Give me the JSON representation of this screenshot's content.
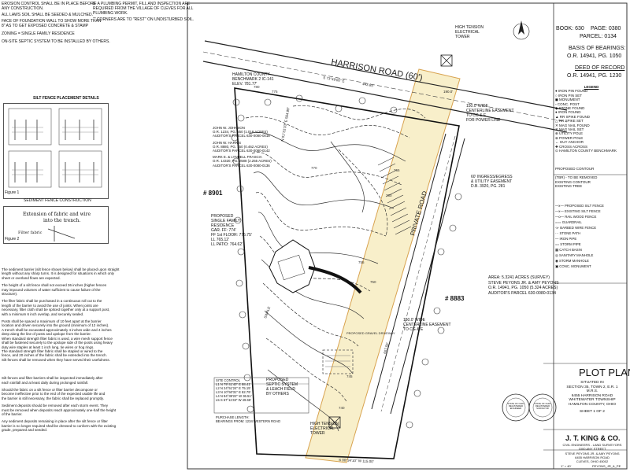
{
  "header": {
    "book": "BOOK: 630",
    "page": "PAGE: 0380",
    "parcel": "PARCEL: 0134",
    "bearings_title": "BASIS OF BEARINGS:",
    "bearings_ref": "O.R. 14941, PG. 1050",
    "deed_title": "DEED OF RECORD",
    "deed_ref": "O.R. 14941, PG. 1230"
  },
  "notes": {
    "top_lines": [
      "EROSION CONTROL SHALL BE IN PLACE BEFORE",
      "ANY CONSTRUCTION.",
      "ALL LAWS SOIL SHALL BE SEEDED & MULCHED.",
      "FACE OF FOUNDATION WALL TO SHOW MORE THAN",
      "8\" AS TO GET EXPOSED CONCRETE & STAMP",
      "ZONING = SINGLE FAMILY RESIDENCE",
      "ON-SITE SEPTIC SYSTEM TO BE INSTALLED BY OTHERS."
    ],
    "middle_notes": [
      "IF A PLUMBING PERMIT, FILL AND INSPECTION ARE",
      "REQUIRED FROM THE VILLAGE OF CLEVES FOR ALL",
      "PLUMBING WORK.",
      "\"\" CORNERS ARE TO \"REST\" ON UNDISTURBED SOIL."
    ],
    "fence_title": "SILT FENCE PLACEMENT DETAILS",
    "fence_caption": "SEDIMENT FENCE CONSTRUCTION",
    "figure_a": "Figure 1",
    "figure_b": "Figure 2",
    "handwritten_a": "Extension of fabric and wire",
    "handwritten_b": "into the trench.",
    "handwritten_c": "Filter fabric",
    "paragraphs": [
      "The sediment barrier (silt fence shown below) shall be placed upon straight",
      "length without any sharp turns. It is designed for situations in which only",
      "sheet or overland flows are expected.",
      "The height of a silt fence shall not exceed 36 inches (higher fences",
      "may impound volumes of water sufficient to cause failure of the",
      "structure).",
      "The filter fabric shall be purchased in a continuous roll cut to the",
      "length of the barrier to avoid the use of joints. When joints are",
      "necessary, filter cloth shall be spliced together only at a support post,",
      "with a minimum 6 inch overlap, and securely sealed.",
      "Posts shall be spaced a maximum of 10 feet apart at the barrier",
      "location and driven securely into the ground (minimum of 12 inches).",
      "A trench shall be excavated approximately 4 inches wide and 4 inches",
      "deep along the line of posts and upslope from the barrier.",
      "When standard strength filter fabric is used, a wire mesh support fence",
      "shall be fastened securely to the upslope side of the posts using heavy",
      "duty wire staples at least 1 inch long, tie wires or hog rings.",
      "The standard strength filter fabric shall be stapled or wired to the",
      "fence, and 20 inches of the fabric shall be extended into the trench.",
      "Silt fences shall be removed when they have served their usefulness.",
      "Silt fences and filter barriers shall be inspected immediately after",
      "each rainfall and at least daily during prolonged rainfall.",
      "Should the fabric on a silt fence or filter barrier decompose or",
      "become ineffective prior to the end of the expected usable life and",
      "the barrier is still necessary, the fabric shall be replaced promptly.",
      "Sediment deposits should be removed after each storm event. They",
      "must be removed when deposits reach approximately one-half the height",
      "of the barrier.",
      "Any sediment deposits remaining in place after the silt fence or filter",
      "barrier is no longer required shall be dressed to conform with the existing",
      "grade, prepared and seeded."
    ]
  },
  "plot": {
    "road_name": "HARRISON ROAD (60')",
    "private_road": "PRIVATE ROAD",
    "lot_main": "# 8901",
    "lot_side": "# 8883",
    "proposed_residence": [
      "PROPOSED",
      "SINGLE FAMILY",
      "RESIDENCE",
      "GAR. FF: 774'",
      "FF 1st FLOOR: 775.75'",
      "LL 765.12'",
      "LL PATIO: 764.62'"
    ],
    "proposed_septic": [
      "PROPOSED",
      "SEPTIC SYSTEM",
      "& LEACH FIELD",
      "BY OTHERS"
    ],
    "benchmark": [
      "HAMILTON COUNTY",
      "BENCHMARK 2 IC-141",
      "ELEV. 781.77'"
    ],
    "high_tension": [
      "HIGH TENSION",
      "ELECTRICAL",
      "TOWER"
    ],
    "easement_top": [
      "150.0' WIDE",
      "CENTERLINE EASEMENT",
      "TO CG & E",
      "FOR POWER LINE"
    ],
    "easement_mid": [
      "60' INGRESS/EGRESS",
      "& UTILITY EASEMENT",
      "D.B. 3920, PG. 281"
    ],
    "easement_bottom": [
      "150.0' WIDE",
      "CENTERLINE EASEMENT",
      "TO CG & E"
    ],
    "tower_bottom": [
      "HIGH TENSION",
      "ELECTRICAL",
      "TOWER"
    ],
    "owner_labels": [
      "JOHN W. JOHNSON",
      "O.R. 1234, PG. 250 (1.018 ACRES)",
      "AUDITOR'S PARCEL 630-0080-0018",
      "JOHN W. HARRIS",
      "O.R. 8880, PG. 150 (0.462 ACRES)",
      "AUDITOR'S PARCEL 630-0080-0142",
      "MARK E. & LYNDELL FRASCIA",
      "O.R. 14320, PG. 2588 (2.255 ACRES)",
      "AUDITOR'S PARCEL 630-0080-0136"
    ],
    "bearings": [
      "S 73°49'00\" E",
      "443.85'",
      "N 01°31'33\" E  564.99'",
      "190.0'",
      "S 00°34'10\" W  115.00'",
      "607.55'",
      "N 87°52'00\" W",
      "650.00'"
    ],
    "gravel_drive": "PROPOSED GRAVEL DRIVEWAY",
    "swale": "SWALE",
    "contours": [
      "775",
      "780",
      "770",
      "760",
      "765",
      "750",
      "755",
      "745",
      "740"
    ]
  },
  "legend": {
    "title": "LEGEND",
    "items": [
      "IRON PIN FOUND",
      "IRON PIN SET",
      "MONUMENT",
      "CONC. POST",
      "STONE FOUND",
      "IRON FOUND",
      "RR SPIKE FOUND",
      "RR SPIKE SET",
      "MAG NAIL FOUND",
      "MAG NAIL SET",
      "UTILITY POLE",
      "POWER POLE",
      "GUY ANCHOR",
      "CROSS ACROSS",
      "HAMILTON COUNTY BENCHMARK"
    ],
    "contour_prop": "PROPOSED CONTOUR",
    "removed": "(TBR) - TO BE REMOVED",
    "existing_contour": "EXISTING CONTOUR",
    "existing_tree": "EXISTING TREE",
    "legend2": [
      "PROPOSED SILT FENCE",
      "EXISTING SILT FENCE",
      "RAIL WOOD FENCE",
      "GUARDRAIL",
      "BARBED WIRE FENCE",
      "STONE PATH",
      "IRON PIPE",
      "STORM PIPE",
      "CATCH BASIN",
      "SANITARY MANHOLE",
      "STORM MANHOLE",
      "CONC. MONUMENT"
    ]
  },
  "area": {
    "area_line": "AREA: 5.3241 ACRES (SURVEY)",
    "owner_line1": "STEVE PEYONS JR. & AMY PEYONS",
    "owner_line2": "O.R. 14941, PG. 1050 (5.324 ACRES)",
    "owner_line3": "AUDITOR'S PARCEL 630-0080-0134"
  },
  "titleblock": {
    "plan_title": "PLOT PLAN",
    "location": [
      "SITUATED IN",
      "SECTION 35, TOWN 2, E.R. 1",
      "M.R.S.",
      "6455 HARRISON ROAD",
      "WHITEWATER TOWNSHIP",
      "HAMILTON COUNTY, OHIO"
    ],
    "sheet": "SHEET 1 OF 2",
    "firm": "J. T. KING & CO.",
    "firm_sub1": "CIVIL ENGINEERS - LAND SURVEYORS",
    "firm_sub2": "1000 ANY STREET",
    "firm_sub3": "CINCINNATI, OHIO 45200",
    "client1": "STEVE PEYONS JR. & AMY PEYONS",
    "client2": "6455 HARRISON ROAD",
    "client3": "CLEVES, OHIO 45002",
    "scale": "1\" = 40'",
    "job": "PEYONS_JR_&_PE",
    "seal_a": "STATE OF OHIO",
    "seal_b": "REGISTERED",
    "seal_c": "ENGINEER",
    "seal_d": "STATE OF OHIO",
    "seal_e": "REGISTERED",
    "seal_f": "SURVEYOR"
  },
  "table": {
    "title": "SITE CONTROL",
    "rows": [
      "L1  N 79°41'40\" E  88.41'",
      "L2  N 24°51'24\" E  75.15'",
      "L3  N 10°50'31\" E  82.79'",
      "L4  N 84°38'22\" W  36.51'",
      "L5  S 67°11'33\" W  49.66'"
    ],
    "note1": "PURCHASE LENGTH:",
    "note2": "BEARINGS FROM: 1234 WESTERN ROAD"
  }
}
